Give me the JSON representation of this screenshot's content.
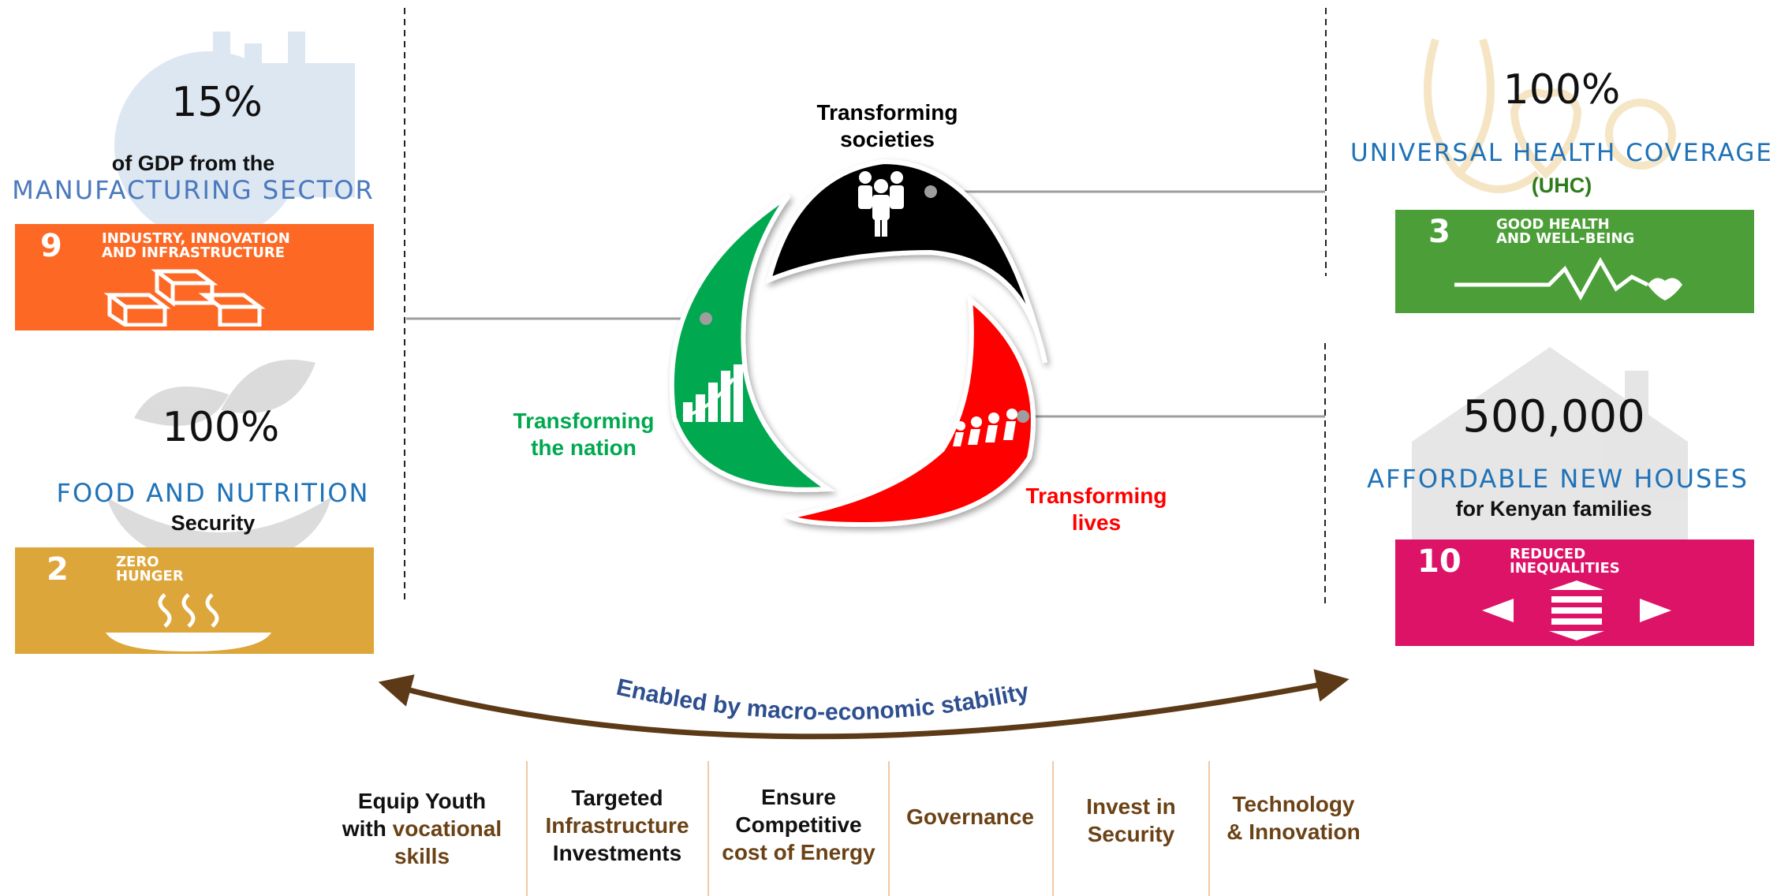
{
  "left_top": {
    "value": "15%",
    "line1": "of GDP from the",
    "line2": "MANUFACTURING SECTOR",
    "sdg": {
      "number": "9",
      "title": "INDUSTRY, INNOVATION\nAND INFRASTRUCTURE",
      "color": "#fd6925"
    }
  },
  "left_bottom": {
    "value": "100%",
    "line1": "FOOD AND NUTRITION",
    "line2": "Security",
    "sdg": {
      "number": "2",
      "title": "ZERO\nHUNGER",
      "color": "#dda63a"
    }
  },
  "right_top": {
    "value": "100%",
    "line1": "UNIVERSAL HEALTH COVERAGE",
    "line2": "(UHC)",
    "sdg": {
      "number": "3",
      "title": "GOOD HEALTH\nAND WELL-BEING",
      "color": "#4c9f38"
    }
  },
  "right_bottom": {
    "value": "500,000",
    "line1": "AFFORDABLE NEW HOUSES",
    "line2": "for Kenyan families",
    "sdg": {
      "number": "10",
      "title": "REDUCED\nINEQUALITIES",
      "color": "#dd1367"
    }
  },
  "cycle": {
    "societies": {
      "line1": "Transforming",
      "line2": "societies",
      "color": "#000000"
    },
    "nation": {
      "line1": "Transforming",
      "line2": "the nation",
      "color": "#00a94f"
    },
    "lives": {
      "line1": "Transforming",
      "line2": "lives",
      "color": "#ff0000"
    }
  },
  "arc_label": "Enabled by macro-economic stability",
  "pillars": [
    {
      "l1": "Equip Youth",
      "l2a": "with ",
      "l2b": "vocational",
      "l3": "skills"
    },
    {
      "l1": "Targeted",
      "l2": "Infrastructure",
      "l3": "Investments"
    },
    {
      "l1": "Ensure",
      "l2": "Competitive",
      "l3": "cost of Energy"
    },
    {
      "l1": "Governance"
    },
    {
      "l1": "Invest in",
      "l2": "Security"
    },
    {
      "l1": "Technology",
      "l2": "& Innovation"
    }
  ],
  "colors": {
    "brown": "#6b4216",
    "arrow": "#5c3a17",
    "arc_text": "#2e4f8f"
  }
}
